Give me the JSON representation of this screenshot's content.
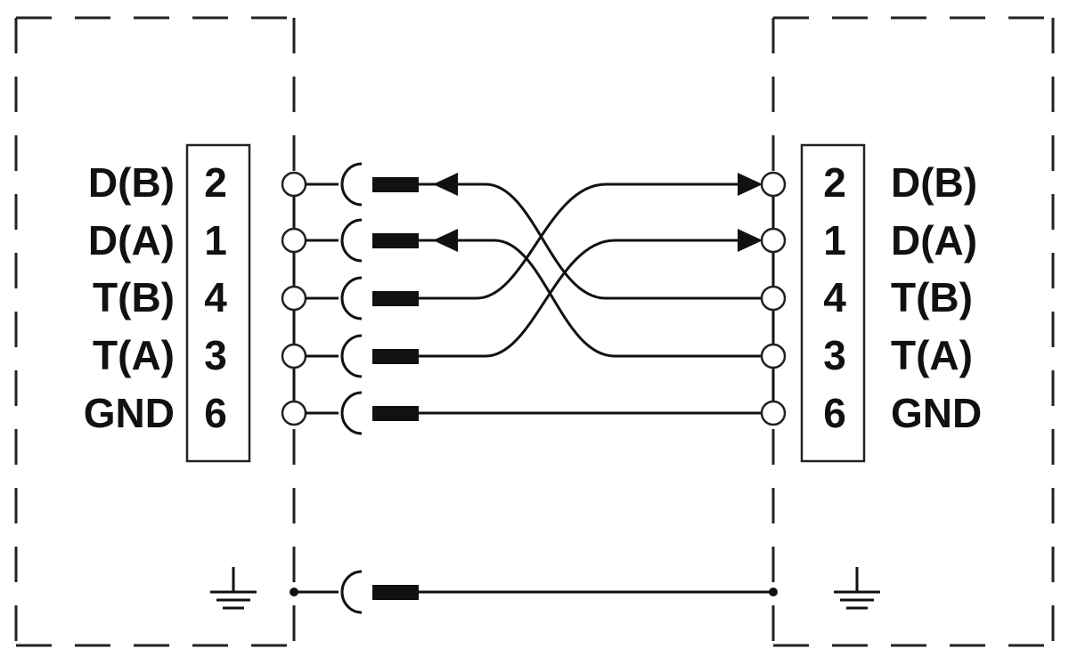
{
  "left_terminal": {
    "rows": [
      {
        "signal": "D(B)",
        "pin": "2"
      },
      {
        "signal": "D(A)",
        "pin": "1"
      },
      {
        "signal": "T(B)",
        "pin": "4"
      },
      {
        "signal": "T(A)",
        "pin": "3"
      },
      {
        "signal": "GND",
        "pin": "6"
      }
    ]
  },
  "right_terminal": {
    "rows": [
      {
        "pin": "2",
        "signal": "D(B)"
      },
      {
        "pin": "1",
        "signal": "D(A)"
      },
      {
        "pin": "4",
        "signal": "T(B)"
      },
      {
        "pin": "3",
        "signal": "T(A)"
      },
      {
        "pin": "6",
        "signal": "GND"
      }
    ]
  },
  "icons": [
    "terminal-circle-icon",
    "connector-plug-icon",
    "arrow-head-icon",
    "ground-symbol-icon"
  ]
}
